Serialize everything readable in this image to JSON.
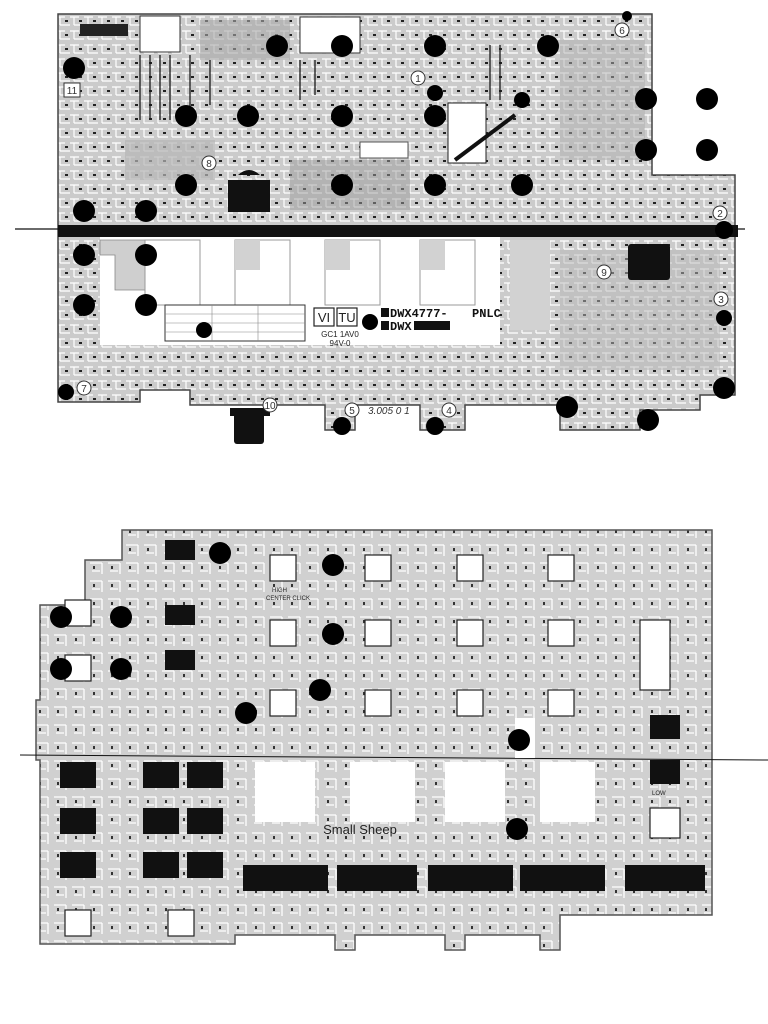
{
  "top_board": {
    "model_code_1": "DWX4777-",
    "model_code_1_suffix": "PNLC",
    "model_code_2": "DWX",
    "logo_left": "VI",
    "logo_right": "TU",
    "sub_code_1": "GC1 1AV0",
    "sub_code_2": "94V-0",
    "revision": "3.005 0 1",
    "markers": [
      "1",
      "2",
      "3",
      "4",
      "5",
      "6",
      "7",
      "8",
      "9",
      "10",
      "11"
    ]
  },
  "bottom_board": {
    "center_text": "Small Sheep",
    "switch_label_1": "HIGH",
    "switch_label_2": "CENTER CLICK",
    "low_label": "LOW"
  },
  "colors": {
    "board": "#c9c9c9",
    "board_dark": "#8e8e8e",
    "trace": "#1a1a1a",
    "hole": "#000000"
  }
}
